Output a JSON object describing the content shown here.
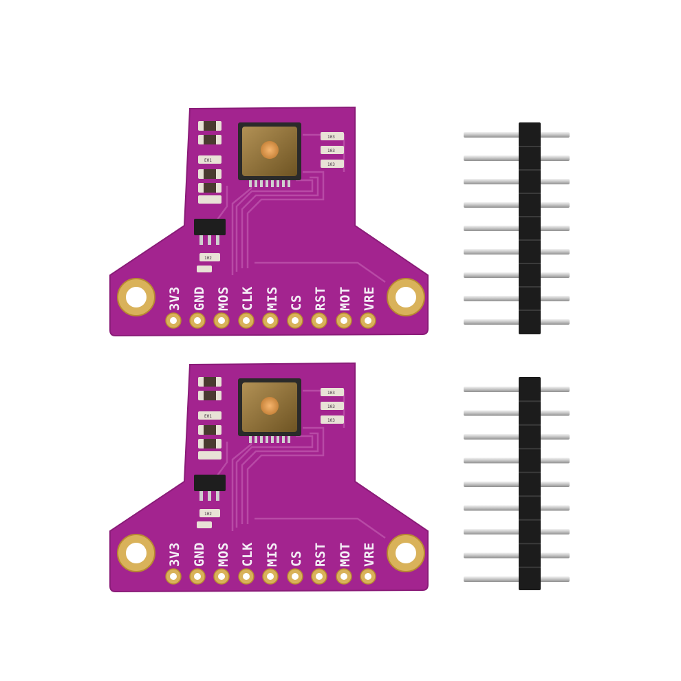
{
  "image": {
    "background": "#ffffff",
    "colors": {
      "pcb": "#a3248f",
      "pcb_edge": "#8a1c78",
      "trace": "#b84aa6",
      "gold": "#d9b25a",
      "gold_dark": "#b88a30",
      "header_plastic": "#1c1c1c",
      "header_pin": "#c9c9c9",
      "sensor_window": "#9a7a3a",
      "sensor_lens": "#e9a060"
    }
  },
  "boards": [
    {
      "pin_labels": [
        "3V3",
        "GND",
        "MOS",
        "CLK",
        "MIS",
        "CS",
        "RST",
        "MOT",
        "VRE"
      ],
      "component_labels": [
        "103",
        "103",
        "103",
        "E01",
        "102"
      ]
    },
    {
      "pin_labels": [
        "3V3",
        "GND",
        "MOS",
        "CLK",
        "MIS",
        "CS",
        "RST",
        "MOT",
        "VRE"
      ],
      "component_labels": [
        "103",
        "103",
        "103",
        "E01",
        "102"
      ]
    }
  ],
  "headers": [
    {
      "pin_count": 9
    },
    {
      "pin_count": 9
    }
  ]
}
